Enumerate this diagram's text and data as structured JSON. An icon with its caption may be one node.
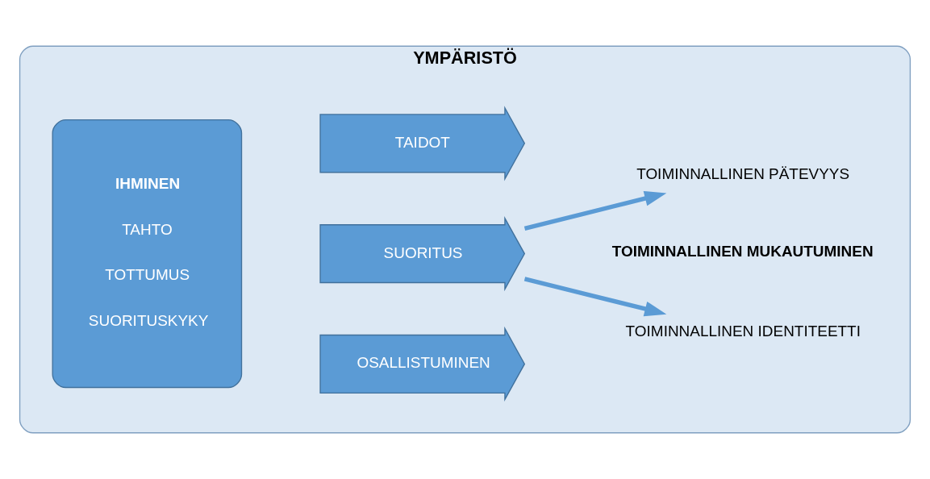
{
  "diagram": {
    "nodes": [
      {
        "text": [
          "YMPÄRISTÖ"
        ]
      },
      {
        "text": [
          "IHMINEN",
          "TAHTO",
          "TOTTUMUS",
          "SUORITUSKYKY"
        ],
        "in": 0
      },
      {
        "text": [
          "OSALLISTUMINEN"
        ],
        "in": 0
      },
      {
        "text": [
          "SUORITUS"
        ],
        "in": 0
      },
      {
        "text": [
          "TAIDOT"
        ],
        "in": 0
      },
      {
        "text": [
          "TOIMINNALLINEN IDENTITEETTI"
        ],
        "in": 0
      },
      {
        "text": [
          "TOIMINNALLINEN MUKAUTUMINEN"
        ],
        "in": 0
      },
      {
        "text": [
          "TOIMINNALLINEN PÄTEVYYS"
        ],
        "in": 0
      }
    ],
    "edges": [
      {
        "from": 3,
        "to": 5,
        "arrow": "to"
      },
      {
        "from": 3,
        "to": 7,
        "arrow": "to"
      }
    ]
  }
}
